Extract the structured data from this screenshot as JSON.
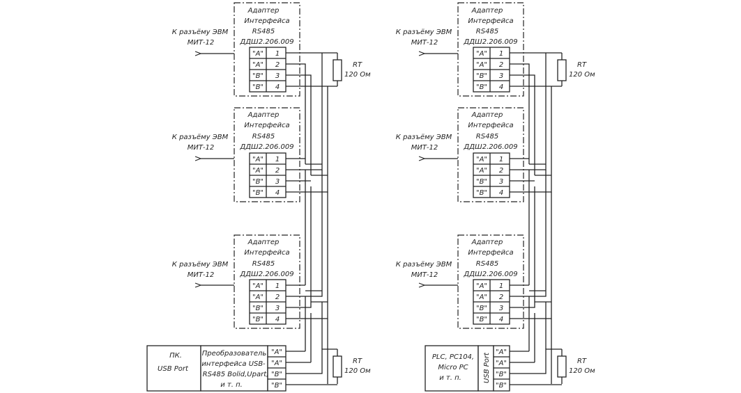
{
  "adapter": {
    "title_lines": [
      "Адаптер",
      "Интерфейса",
      "RS485",
      "ДДШ2.206.009"
    ],
    "signals": [
      "\"A\"",
      "\"A\"",
      "\"B\"",
      "\"B\""
    ],
    "pins": [
      "1",
      "2",
      "3",
      "4"
    ]
  },
  "connector_label_lines": [
    "К разъёму ЭВМ",
    "МИТ-12"
  ],
  "resistor": {
    "name": "RT",
    "value": "120 Ом"
  },
  "pc_left": {
    "label_lines": [
      "ПК.",
      "USB Port"
    ],
    "converter_lines": [
      "Преобразователь",
      "интерфейса USB-",
      "RS485 Bolid,Upart,",
      "и т. п."
    ],
    "signals": [
      "\"A\"",
      "\"A\"",
      "\"B\"",
      "\"B\""
    ]
  },
  "pc_right": {
    "label_lines": [
      "PLC, PC104,",
      "Micro PC",
      "и т. п."
    ],
    "port_label": "USB Port",
    "signals": [
      "\"A\"",
      "\"A\"",
      "\"B\"",
      "\"B\""
    ]
  }
}
